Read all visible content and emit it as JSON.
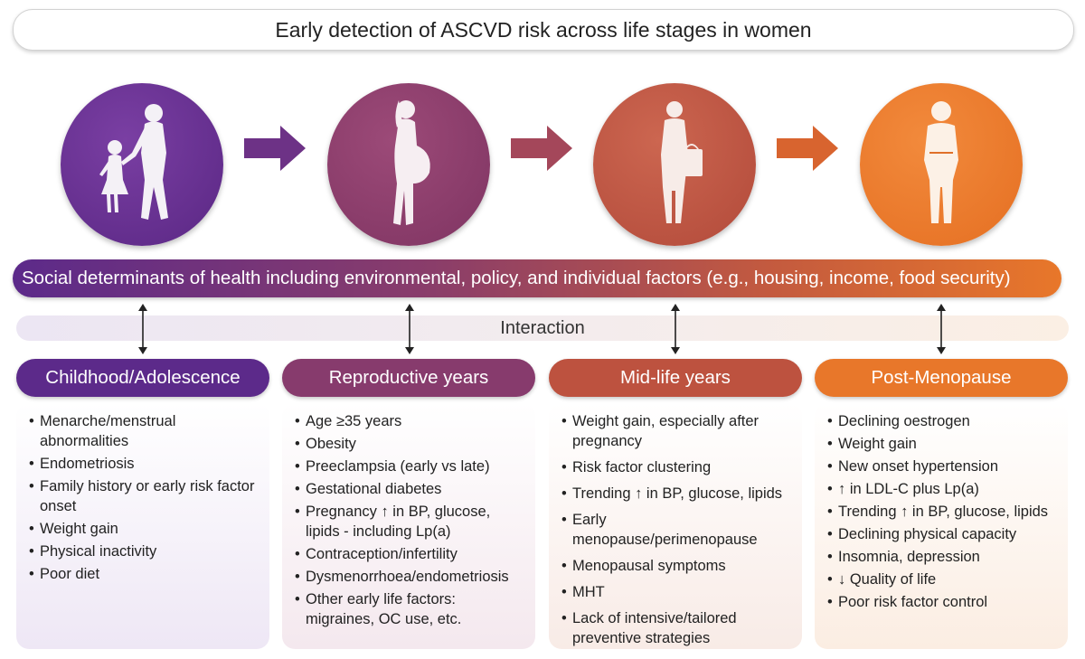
{
  "title": "Early detection of ASCVD risk across life stages in women",
  "stages": [
    {
      "figure_icon": "mother-and-daughter-icon",
      "color": "#5f2b8b"
    },
    {
      "figure_icon": "pregnant-woman-icon",
      "color": "#8a3d6a"
    },
    {
      "figure_icon": "woman-with-bag-icon",
      "color": "#bf5440"
    },
    {
      "figure_icon": "older-woman-icon",
      "color": "#e8772a"
    }
  ],
  "social_determinants": "Social determinants of health including environmental, policy, and individual factors (e.g., housing, income, food security)",
  "interaction_label": "Interaction",
  "columns": [
    {
      "title": "Childhood/Adolescence",
      "color": "#5c2a8a",
      "items": [
        "Menarche/menstrual abnormalities",
        "Endometriosis",
        "Family history or early risk factor onset",
        "Weight gain",
        "Physical inactivity",
        "Poor diet"
      ]
    },
    {
      "title": "Reproductive years",
      "color": "#873b6d",
      "items": [
        "Age ≥35 years",
        "Obesity",
        "Preeclampsia (early vs late)",
        "Gestational diabetes",
        "Pregnancy ↑ in BP, glucose, lipids - including Lp(a)",
        "Contraception/infertility",
        "Dysmenorrhoea/endometriosis",
        "Other early life factors: migraines, OC use, etc."
      ]
    },
    {
      "title": "Mid-life years",
      "color": "#bd523f",
      "items": [
        "Weight gain, especially after pregnancy",
        "Risk factor clustering",
        "Trending ↑ in BP, glucose, lipids",
        "Early menopause/perimenopause",
        "Menopausal symptoms",
        "MHT",
        "Lack of intensive/tailored preventive strategies"
      ]
    },
    {
      "title": "Post-Menopause",
      "color": "#e8772a",
      "items": [
        "Declining oestrogen",
        "Weight gain",
        "New onset hypertension",
        "↑ in LDL-C plus Lp(a)",
        "Trending ↑ in BP, glucose, lipids",
        "Declining physical capacity",
        "Insomnia, depression",
        "↓ Quality of life",
        "Poor risk factor control"
      ]
    }
  ]
}
